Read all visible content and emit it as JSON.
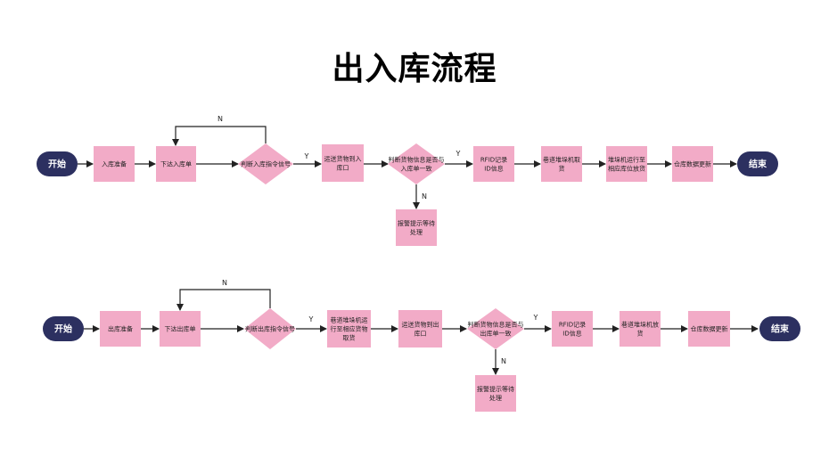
{
  "title": "出入库流程",
  "colors": {
    "node": "#f2abc7",
    "terminal": "#2c3060",
    "terminal_text": "#ffffff",
    "line": "#222222"
  },
  "inbound": {
    "start": "开始",
    "end": "结束",
    "steps": {
      "prepare": "入库准备",
      "issue": "下达入库单",
      "judge_signal": "判断入库指令信号",
      "transport": "运送货物到入库口",
      "judge_match": "判断货物信息是否与入库单一致",
      "rfid": "RFID记录ID信息",
      "stacker_take": "巷道堆垛机取货",
      "stacker_place": "堆垛机运行至相应库位放货",
      "update": "仓库数据更新",
      "alarm": "报警提示等待处理"
    },
    "edge_labels": {
      "loop_n": "N",
      "yes1": "Y",
      "yes2": "Y",
      "no": "N"
    }
  },
  "outbound": {
    "start": "开始",
    "end": "结束",
    "steps": {
      "prepare": "出库准备",
      "issue": "下达出库单",
      "judge_signal": "判断出库指令信号",
      "stacker_pick": "巷道堆垛机运行至相应货物取货",
      "transport": "运送货物到出库口",
      "judge_match": "判断货物信息是否与出库单一致",
      "rfid": "RFID记录ID信息",
      "stacker_put": "巷道堆垛机放货",
      "update": "仓库数据更新",
      "alarm": "报警提示等待处理"
    },
    "edge_labels": {
      "loop_n": "N",
      "yes1": "Y",
      "yes2": "Y",
      "no": "N"
    }
  }
}
